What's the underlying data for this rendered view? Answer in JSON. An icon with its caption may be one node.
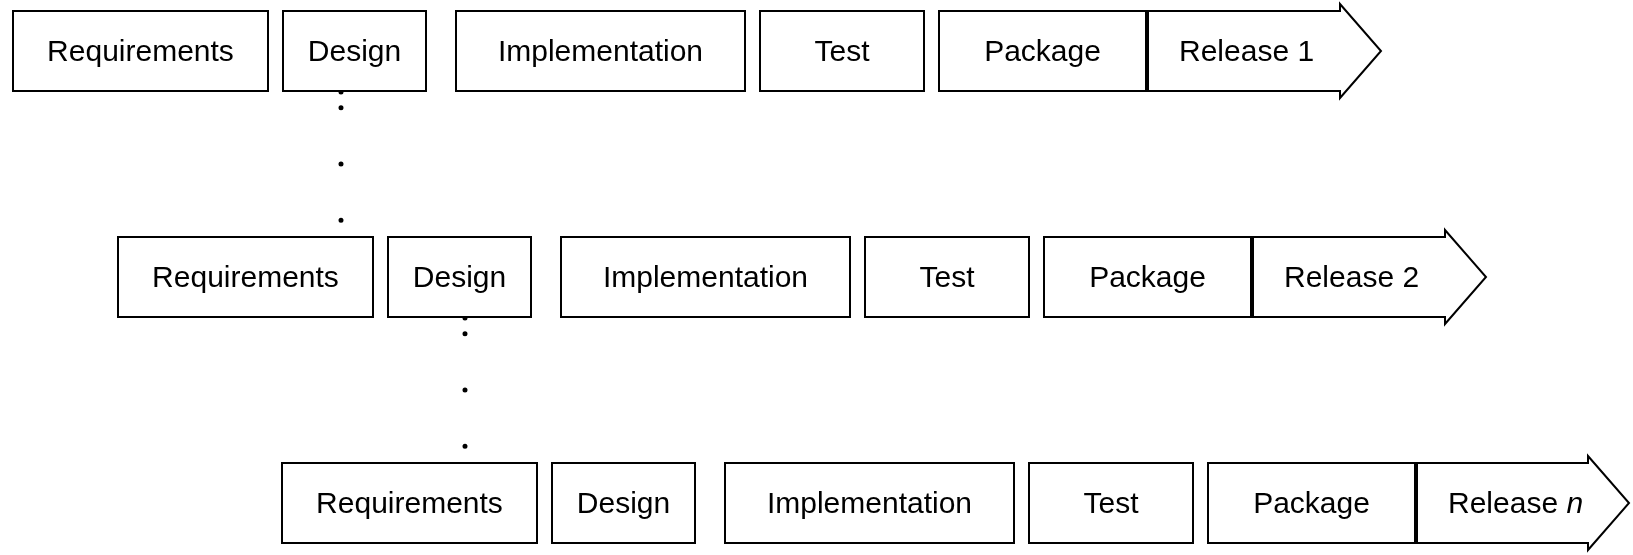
{
  "diagram": {
    "nodes": [
      {
        "text": [
          "Requirements"
        ]
      },
      {
        "text": [
          "Design"
        ]
      },
      {
        "text": [
          "Implementation"
        ]
      },
      {
        "text": [
          "Test"
        ]
      },
      {
        "text": [
          "Package"
        ]
      },
      {
        "text": [
          "Release 1"
        ]
      },
      {
        "text": [
          "Requirements"
        ]
      },
      {
        "text": [
          "Design"
        ]
      },
      {
        "text": [
          "Implementation"
        ]
      },
      {
        "text": [
          "Test"
        ]
      },
      {
        "text": [
          "Package"
        ]
      },
      {
        "text": [
          "Release 2"
        ]
      },
      {
        "text": [
          "Requirements"
        ]
      },
      {
        "text": [
          "Design"
        ]
      },
      {
        "text": [
          "Implementation"
        ]
      },
      {
        "text": [
          "Test"
        ]
      },
      {
        "text": [
          "Package"
        ]
      },
      {
        "text": [
          "Release *n*"
        ]
      }
    ],
    "edges": [
      {
        "from": 1,
        "to": 6,
        "arrow": "none",
        "style": "dashed"
      },
      {
        "from": 7,
        "to": 12,
        "arrow": "none",
        "style": "dashed"
      }
    ]
  }
}
